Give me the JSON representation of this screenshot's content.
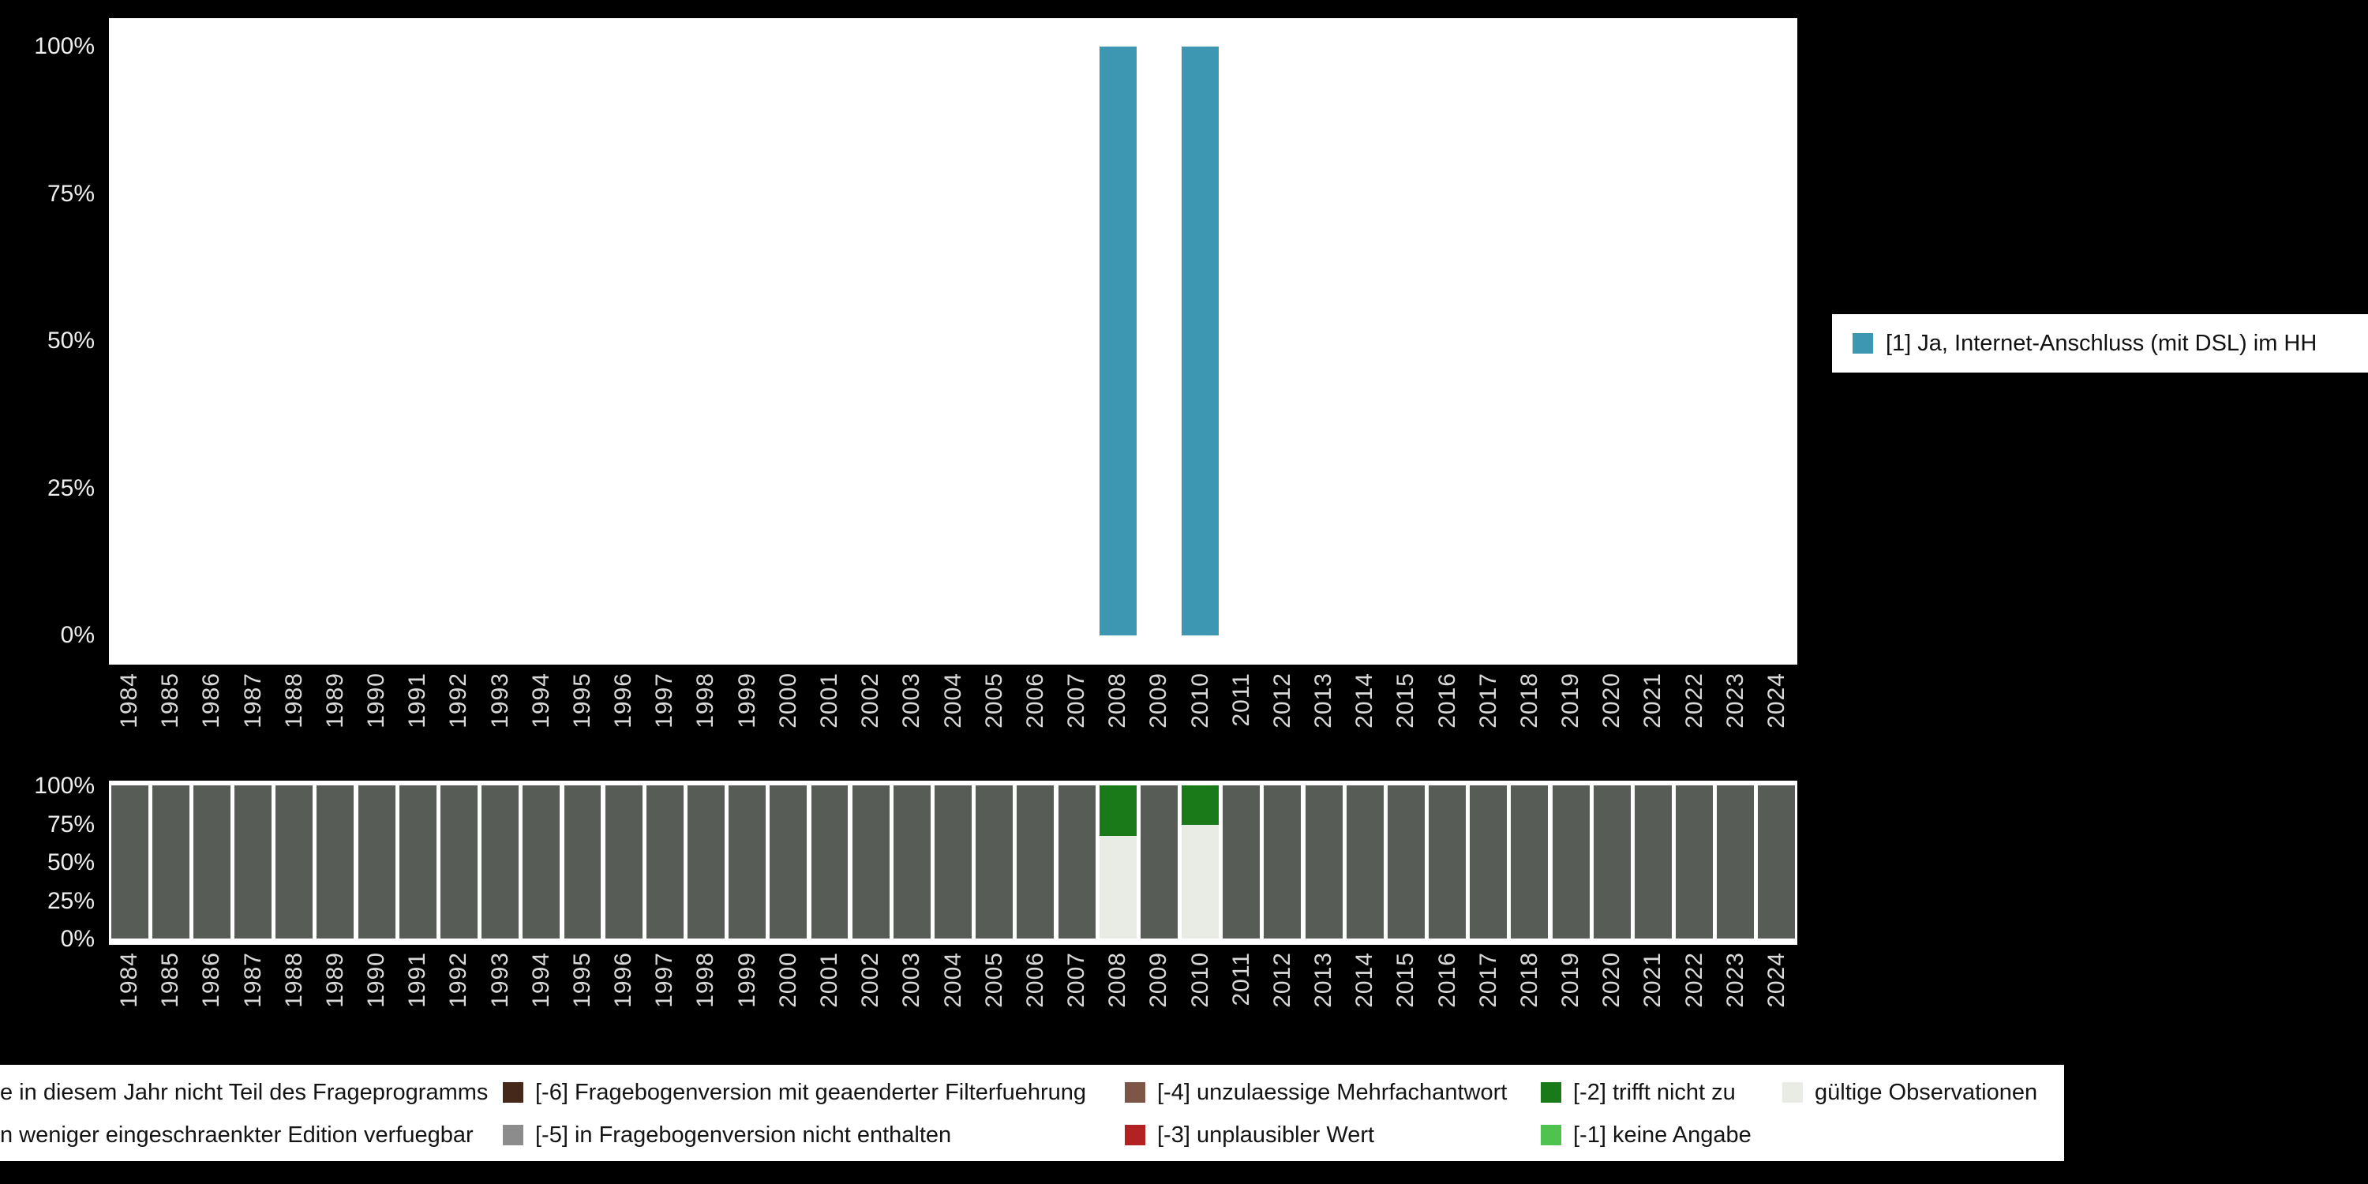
{
  "colors": {
    "background": "#000000",
    "plot_background": "#ffffff",
    "axis_text": "#d9d9d9",
    "tick_text": "#efefef",
    "bar_teal": "#3d96b2",
    "missing_dark_gray": "#575c56",
    "valid_light": "#e9ece4",
    "green_dark": "#1a7a1a",
    "green_light": "#4fc24f",
    "red": "#b22222",
    "brown": "#7d5648",
    "dark_brown": "#46281a",
    "gray": "#8c8c8c"
  },
  "years": [
    "1984",
    "1985",
    "1986",
    "1987",
    "1988",
    "1989",
    "1990",
    "1991",
    "1992",
    "1993",
    "1994",
    "1995",
    "1996",
    "1997",
    "1998",
    "1999",
    "2000",
    "2001",
    "2002",
    "2003",
    "2004",
    "2005",
    "2006",
    "2007",
    "2008",
    "2009",
    "2010",
    "2011",
    "2012",
    "2013",
    "2014",
    "2015",
    "2016",
    "2017",
    "2018",
    "2019",
    "2020",
    "2021",
    "2022",
    "2023",
    "2024"
  ],
  "y_ticks": [
    "100%",
    "75%",
    "50%",
    "25%",
    "0%"
  ],
  "legend_right": {
    "label": "[1] Ja, Internet-Anschluss (mit DSL) im HH",
    "color": "#3d96b2"
  },
  "chart_data": [
    {
      "type": "bar",
      "title": "",
      "xlabel": "",
      "ylabel": "",
      "ylim": [
        0,
        100
      ],
      "y_tick_labels": [
        "0%",
        "25%",
        "50%",
        "75%",
        "100%"
      ],
      "legend_position": "right",
      "categories": [
        "1984",
        "1985",
        "1986",
        "1987",
        "1988",
        "1989",
        "1990",
        "1991",
        "1992",
        "1993",
        "1994",
        "1995",
        "1996",
        "1997",
        "1998",
        "1999",
        "2000",
        "2001",
        "2002",
        "2003",
        "2004",
        "2005",
        "2006",
        "2007",
        "2008",
        "2009",
        "2010",
        "2011",
        "2012",
        "2013",
        "2014",
        "2015",
        "2016",
        "2017",
        "2018",
        "2019",
        "2020",
        "2021",
        "2022",
        "2023",
        "2024"
      ],
      "series": [
        {
          "name": "[1] Ja, Internet-Anschluss (mit DSL) im HH",
          "color": "#3d96b2",
          "values": [
            0,
            0,
            0,
            0,
            0,
            0,
            0,
            0,
            0,
            0,
            0,
            0,
            0,
            0,
            0,
            0,
            0,
            0,
            0,
            0,
            0,
            0,
            0,
            0,
            100,
            0,
            100,
            0,
            0,
            0,
            0,
            0,
            0,
            0,
            0,
            0,
            0,
            0,
            0,
            0,
            0
          ]
        }
      ]
    },
    {
      "type": "stacked-bar",
      "title": "",
      "xlabel": "",
      "ylabel": "",
      "ylim": [
        0,
        100
      ],
      "y_tick_labels": [
        "0%",
        "25%",
        "50%",
        "75%",
        "100%"
      ],
      "categories": [
        "1984",
        "1985",
        "1986",
        "1987",
        "1988",
        "1989",
        "1990",
        "1991",
        "1992",
        "1993",
        "1994",
        "1995",
        "1996",
        "1997",
        "1998",
        "1999",
        "2000",
        "2001",
        "2002",
        "2003",
        "2004",
        "2005",
        "2006",
        "2007",
        "2008",
        "2009",
        "2010",
        "2011",
        "2012",
        "2013",
        "2014",
        "2015",
        "2016",
        "2017",
        "2018",
        "2019",
        "2020",
        "2021",
        "2022",
        "2023",
        "2024"
      ],
      "series": [
        {
          "name": "gültige Observationen",
          "color": "#e9ece4",
          "values": [
            0,
            0,
            0,
            0,
            0,
            0,
            0,
            0,
            0,
            0,
            0,
            0,
            0,
            0,
            0,
            0,
            0,
            0,
            0,
            0,
            0,
            0,
            0,
            0,
            67,
            0,
            74,
            0,
            0,
            0,
            0,
            0,
            0,
            0,
            0,
            0,
            0,
            0,
            0,
            0,
            0
          ]
        },
        {
          "name": "[-2] trifft nicht zu",
          "color": "#1a7a1a",
          "values": [
            0,
            0,
            0,
            0,
            0,
            0,
            0,
            0,
            0,
            0,
            0,
            0,
            0,
            0,
            0,
            0,
            0,
            0,
            0,
            0,
            0,
            0,
            0,
            0,
            33,
            0,
            26,
            0,
            0,
            0,
            0,
            0,
            0,
            0,
            0,
            0,
            0,
            0,
            0,
            0,
            0
          ]
        },
        {
          "name": "e in diesem Jahr nicht Teil des Frageprogramms",
          "color": "#575c56",
          "values": [
            100,
            100,
            100,
            100,
            100,
            100,
            100,
            100,
            100,
            100,
            100,
            100,
            100,
            100,
            100,
            100,
            100,
            100,
            100,
            100,
            100,
            100,
            100,
            100,
            0,
            100,
            0,
            100,
            100,
            100,
            100,
            100,
            100,
            100,
            100,
            100,
            100,
            100,
            100,
            100,
            100
          ]
        }
      ]
    }
  ],
  "legend_bottom": {
    "rows": [
      [
        {
          "label": "e in diesem Jahr nicht Teil des Frageprogramms",
          "color": null
        },
        {
          "label": "[-6] Fragebogenversion mit geaenderter Filterfuehrung",
          "color": "#46281a"
        },
        {
          "label": "[-4] unzulaessige Mehrfachantwort",
          "color": "#7d5648"
        },
        {
          "label": "[-2] trifft nicht zu",
          "color": "#1a7a1a"
        },
        {
          "label": "gültige Observationen",
          "color": "#e9ece4"
        }
      ],
      [
        {
          "label": "n weniger eingeschraenkter Edition verfuegbar",
          "color": null
        },
        {
          "label": "[-5] in Fragebogenversion nicht enthalten",
          "color": "#8c8c8c"
        },
        {
          "label": "[-3] unplausibler Wert",
          "color": "#b22222"
        },
        {
          "label": "[-1] keine Angabe",
          "color": "#4fc24f"
        }
      ]
    ]
  }
}
